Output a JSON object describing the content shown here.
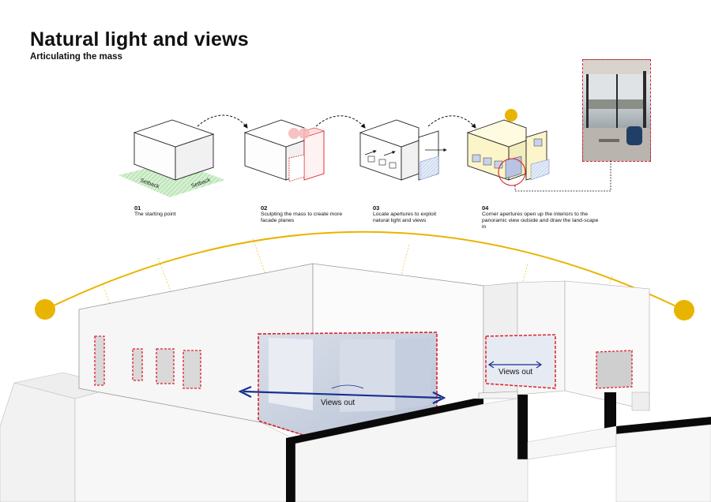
{
  "title": "Natural light and views",
  "subtitle": "Articulating the mass",
  "steps": [
    {
      "num": "01",
      "desc": "The starting point"
    },
    {
      "num": "02",
      "desc": "Sculpting the mass to create more facade planes"
    },
    {
      "num": "03",
      "desc": "Locate apertures to exploit natural light and views"
    },
    {
      "num": "04",
      "desc": "Corner apertures open up the interiors to the panoramic view outside and draw the land-scape in"
    }
  ],
  "labels": {
    "setback": "Setback",
    "views_out": "Views out"
  },
  "colors": {
    "sun": "#e9b400",
    "dashed_outline": "#e0202a",
    "views_arrow": "#1a2f8f",
    "setback_hatch": "#8fd18a",
    "glass": "#c8d3ea"
  }
}
